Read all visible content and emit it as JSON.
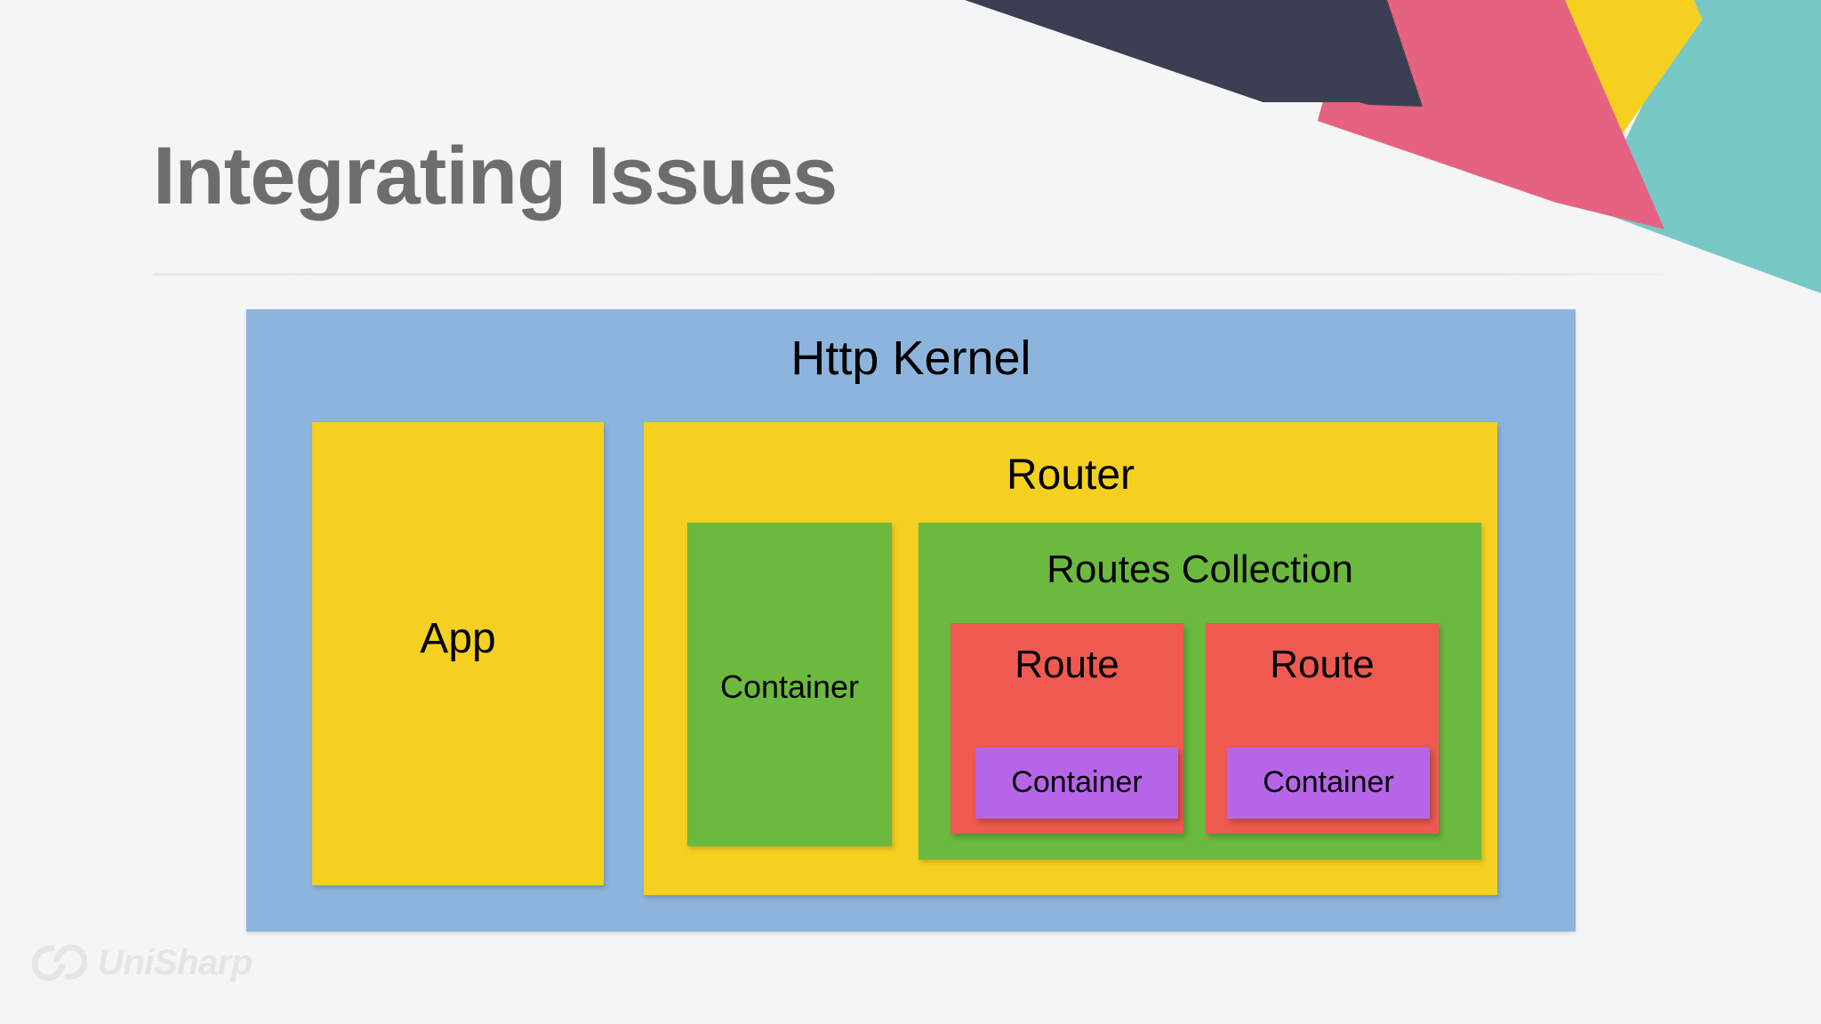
{
  "slide": {
    "title": "Integrating Issues",
    "background_color": "#f4f5f6",
    "title_color": "#6b6e70",
    "divider_color": "#e4e5e7"
  },
  "decoration": {
    "name": "corner-shapes",
    "shapes": [
      {
        "name": "navy-shape",
        "color": "#3c3f53"
      },
      {
        "name": "pink-shape",
        "color": "#e56380"
      },
      {
        "name": "yellow-shape",
        "color": "#f5d020"
      },
      {
        "name": "teal-shape",
        "color": "#78c9c6"
      }
    ]
  },
  "diagram": {
    "type": "nested-boxes",
    "root": {
      "label": "Http Kernel",
      "color": "#8cb4dd",
      "children": [
        {
          "label": "App",
          "color": "#f5d020",
          "children": []
        },
        {
          "label": "Router",
          "color": "#f5d020",
          "children": [
            {
              "label": "Container",
              "color": "#6cb93f",
              "children": []
            },
            {
              "label": "Routes Collection",
              "color": "#6cb93f",
              "children": [
                {
                  "label": "Route",
                  "color": "#ef5a50",
                  "children": [
                    {
                      "label": "Container",
                      "color": "#b665e8",
                      "children": []
                    }
                  ]
                },
                {
                  "label": "Route",
                  "color": "#ef5a50",
                  "children": [
                    {
                      "label": "Container",
                      "color": "#b665e8",
                      "children": []
                    }
                  ]
                }
              ]
            }
          ]
        }
      ]
    },
    "labels": {
      "http_kernel": "Http Kernel",
      "app": "App",
      "router": "Router",
      "router_container": "Container",
      "routes_collection": "Routes Collection",
      "route_1": "Route",
      "route_2": "Route",
      "route_container_1": "Container",
      "route_container_2": "Container"
    }
  },
  "footer": {
    "logo_text": "UniSharp",
    "logo_icon": "linked-loops-icon",
    "logo_color": "#e4e5e7"
  }
}
